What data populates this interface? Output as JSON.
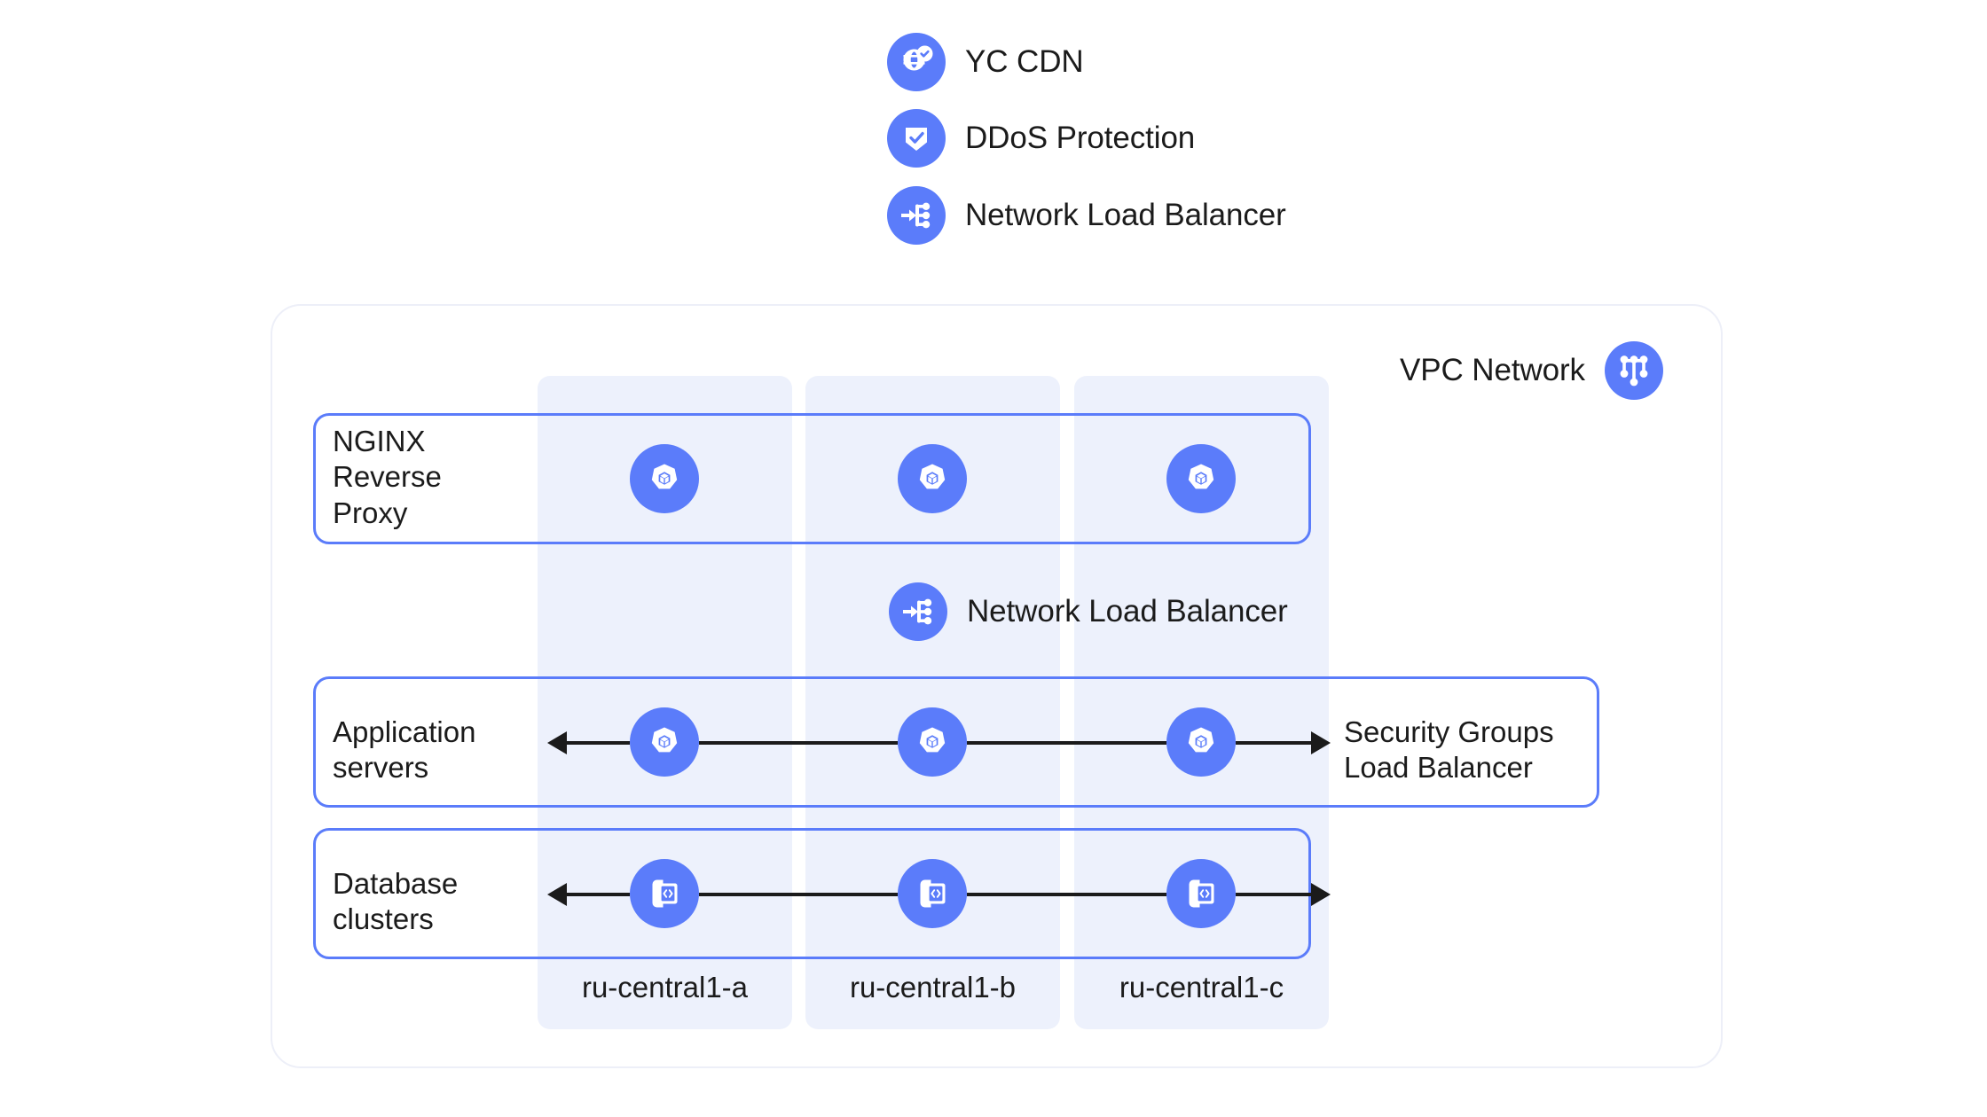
{
  "legend": [
    {
      "label": "YC CDN",
      "icon": "globe-check-icon"
    },
    {
      "label": "DDoS Protection",
      "icon": "shield-check-icon"
    },
    {
      "label": "Network Load Balancer",
      "icon": "load-balancer-icon"
    }
  ],
  "vpc": {
    "label": "VPC Network",
    "icon": "vpc-network-icon"
  },
  "zones": [
    {
      "label": "ru-central1-a"
    },
    {
      "label": "ru-central1-b"
    },
    {
      "label": "ru-central1-c"
    }
  ],
  "tiers": {
    "nginx": {
      "label": "NGINX\nReverse\nProxy",
      "node_icon": "compute-instance-icon"
    },
    "inner_nlb": {
      "label": "Network Load Balancer",
      "icon": "load-balancer-icon"
    },
    "app": {
      "label": "Application\nservers",
      "right_label": "Security Groups\nLoad Balancer",
      "node_icon": "compute-instance-icon"
    },
    "db": {
      "label": "Database\nclusters",
      "node_icon": "database-cluster-icon"
    }
  },
  "colors": {
    "accent": "#5B7CFA",
    "zone_bg": "#EDF1FC",
    "container_border": "#EDEFF8",
    "text": "#1b1b1b",
    "connector": "#1b1b1b"
  }
}
